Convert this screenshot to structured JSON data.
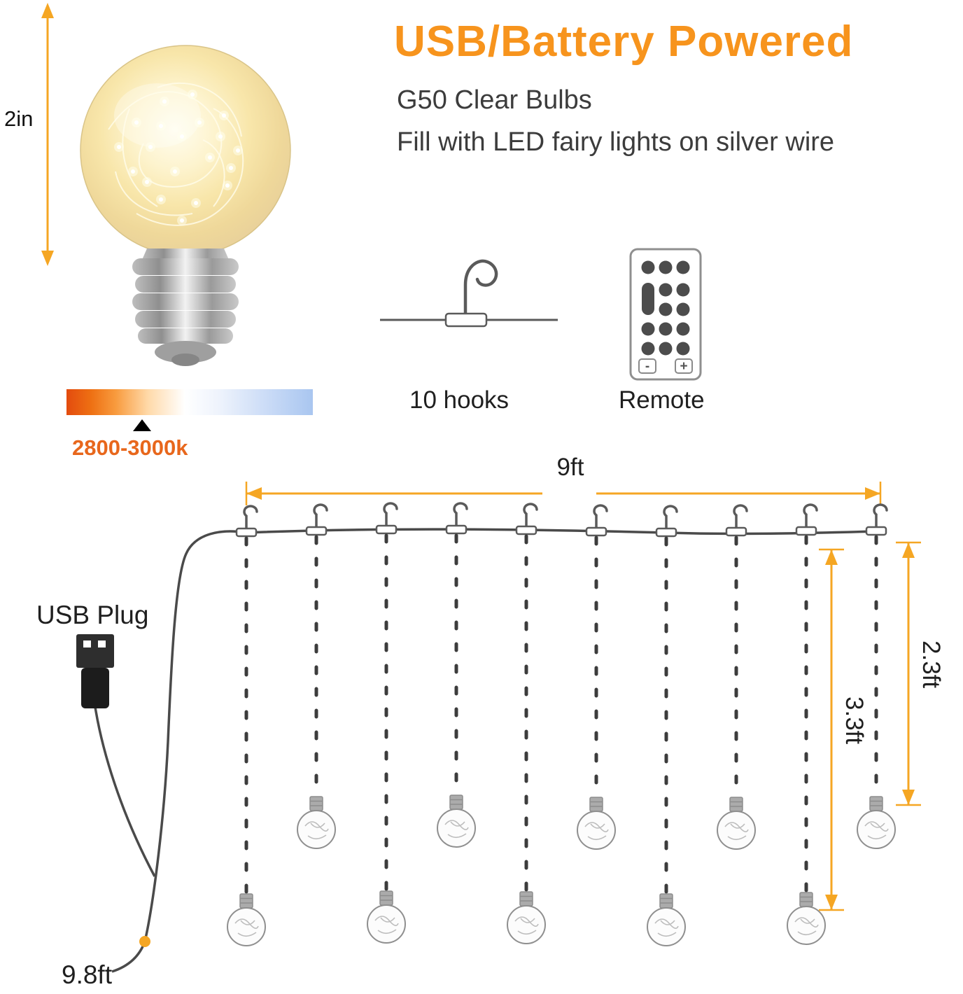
{
  "colors": {
    "accent_orange": "#F7941D",
    "dimension_orange": "#F5A623",
    "temperature_label_orange": "#E8671C",
    "text_dark": "#1f1f1f"
  },
  "header": {
    "title": "USB/Battery Powered",
    "subtitle_1": "G50 Clear Bulbs",
    "subtitle_2": "Fill with LED fairy lights on silver wire"
  },
  "bulb": {
    "height_label": "2in",
    "temperature_label": "2800-3000k"
  },
  "accessories": {
    "hooks": {
      "label": "10 hooks"
    },
    "remote": {
      "label": "Remote",
      "minus": "-",
      "plus": "+"
    }
  },
  "diagram": {
    "total_width_label": "9ft",
    "long_drop_label": "3.3ft",
    "short_drop_label": "2.3ft",
    "usb_plug_label": "USB Plug",
    "cord_length_label": "9.8ft",
    "hook_count": 10
  }
}
